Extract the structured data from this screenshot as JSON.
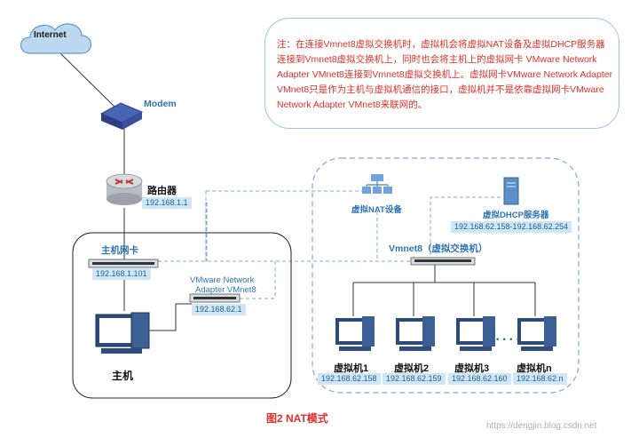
{
  "internet": {
    "label": "Internet"
  },
  "modem": {
    "label": "Modem"
  },
  "router": {
    "label": "路由器",
    "ip": "192.168.1.1"
  },
  "host_nic": {
    "label": "主机网卡",
    "ip": "192.168.1.101"
  },
  "vmnet8_adapter": {
    "label_line1": "VMware Network",
    "label_line2": "Adapter VMnet8",
    "ip": "192.168.62.1"
  },
  "host": {
    "label": "主机"
  },
  "nat_device": {
    "label": "虚拟NAT设备"
  },
  "dhcp_server": {
    "label": "虚拟DHCP服务器",
    "range": "192.168.62.158-192.168.62.254"
  },
  "vswitch": {
    "label": "Vmnet8（虚拟交换机）"
  },
  "vms": [
    {
      "label": "虚拟机1",
      "ip": "192.168.62.158"
    },
    {
      "label": "虚拟机2",
      "ip": "192.168.62.159"
    },
    {
      "label": "虚拟机3",
      "ip": "192.168.62.160"
    },
    {
      "label": "虚拟机n",
      "ip": "192.168.62.n"
    }
  ],
  "ellipsis": "• • • •",
  "note": {
    "text": "注：在连接Vmnet8虚拟交换机时，虚拟机会将虚拟NAT设备及虚拟DHCP服务器连接到Vmnet8虚拟交换机上，同时也会将主机上的虚拟网卡 VMware Network Adapter VMnet8连接到Vmnet8虚拟交换机上。虚拟网卡VMware Network Adapter VMnet8只是作为主机与虚拟机通信的接口，虚拟机并不是依靠虚拟网卡VMware Network Adapter VMnet8来联网的。"
  },
  "caption": "图2  NAT模式",
  "watermark": "https://dengjin.blog.csdn.net",
  "colors": {
    "accent": "#2e74b5",
    "note_text": "#e0302a",
    "ip_bg": "#cfe6f7",
    "dashed_line": "#7fa9d6"
  }
}
